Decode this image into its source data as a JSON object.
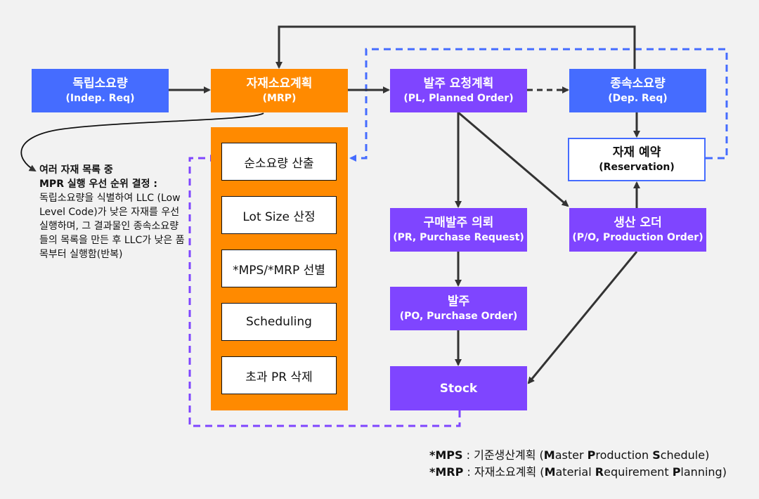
{
  "colors": {
    "background": "#f2f2f2",
    "blue": "#456cff",
    "orange": "#ff8a00",
    "purple": "#7f45ff",
    "arrow": "#333333"
  },
  "nodes": {
    "indep_req": {
      "title": "독립소요량",
      "subtitle": "(Indep. Req)"
    },
    "mrp": {
      "title": "자재소요계획",
      "subtitle": "(MRP)"
    },
    "planned_order": {
      "title": "발주 요청계획",
      "subtitle": "(PL, Planned Order)"
    },
    "dep_req": {
      "title": "종속소요량",
      "subtitle": "(Dep. Req)"
    },
    "reservation": {
      "title": "자재 예약",
      "subtitle": "(Reservation)"
    },
    "purchase_request": {
      "title": "구매발주 의뢰",
      "subtitle": "(PR, Purchase Request)"
    },
    "production_order": {
      "title": "생산 오더",
      "subtitle": "(P/O, Production Order)"
    },
    "purchase_order": {
      "title": "발주",
      "subtitle": "(PO, Purchase Order)"
    },
    "stock": {
      "title": "Stock"
    }
  },
  "mrp_steps": [
    "순소요량 산출",
    "Lot Size 산정",
    "*MPS/*MRP 선별",
    "Scheduling",
    "초과 PR 삭제"
  ],
  "note": {
    "heading_1": "여러 자재 목록 중",
    "heading_2": "MPR 실행 우선 순위 결정 :",
    "body": "독립소요량을 식별하여 LLC (Low Level Code)가 낮은 자재를 우선 실행하며, 그 결과물인 종속소요량들의 목록을 만든 후 LLC가 낮은 품목부터 실행함(반복)"
  },
  "legend": [
    {
      "key": "*MPS",
      "sep": " : ",
      "korean": "기준생산계획 (",
      "parts": [
        [
          "M",
          "aster "
        ],
        [
          "P",
          "roduction "
        ],
        [
          "S",
          "chedule"
        ]
      ],
      "close": ")"
    },
    {
      "key": "*MRP",
      "sep": " : ",
      "korean": "자재소요계획 (",
      "parts": [
        [
          "M",
          "aterial "
        ],
        [
          "R",
          "equirement "
        ],
        [
          "P",
          "lanning"
        ]
      ],
      "close": ")"
    }
  ]
}
